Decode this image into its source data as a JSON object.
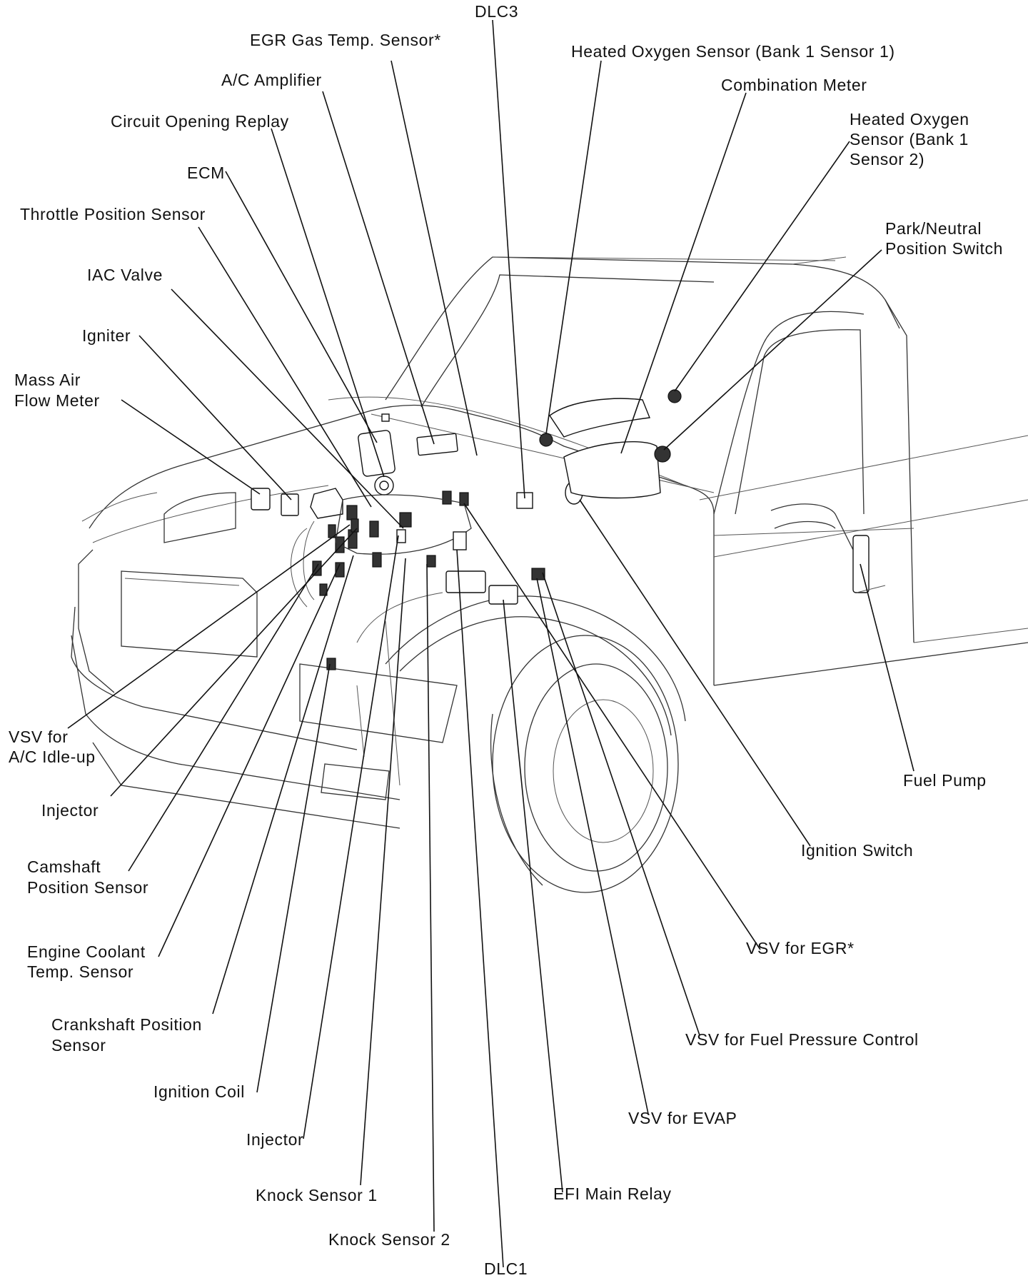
{
  "labels": {
    "dlc3": "DLC3",
    "egr_gas_temp_sensor": "EGR Gas Temp. Sensor*",
    "ac_amplifier": "A/C Amplifier",
    "circuit_opening_replay": "Circuit Opening Replay",
    "ecm": "ECM",
    "throttle_position_sensor": "Throttle Position Sensor",
    "iac_valve": "IAC Valve",
    "igniter": "Igniter",
    "mass_air_flow_meter": [
      "Mass Air",
      "Flow Meter"
    ],
    "heated_oxygen_sensor_b1s1": "Heated Oxygen Sensor (Bank 1 Sensor 1)",
    "combination_meter": "Combination Meter",
    "heated_oxygen_sensor_b1s2": [
      "Heated Oxygen",
      "Sensor (Bank 1",
      "Sensor 2)"
    ],
    "park_neutral_position_switch": [
      "Park/Neutral",
      "Position Switch"
    ],
    "vsv_ac_idle_up": [
      "VSV for",
      "A/C Idle-up"
    ],
    "injector_left": "Injector",
    "camshaft_position_sensor": [
      "Camshaft",
      "Position Sensor"
    ],
    "engine_coolant_temp_sensor": [
      "Engine Coolant",
      "Temp. Sensor"
    ],
    "crankshaft_position_sensor": [
      "Crankshaft Position",
      "Sensor"
    ],
    "ignition_coil": "Ignition Coil",
    "injector_bottom": "Injector",
    "knock_sensor_1": "Knock Sensor 1",
    "knock_sensor_2": "Knock Sensor 2",
    "dlc1": "DLC1",
    "efi_main_relay": "EFI Main Relay",
    "vsv_evap": "VSV for EVAP",
    "vsv_fuel_pressure_control": "VSV for Fuel Pressure Control",
    "vsv_egr": "VSV for EGR*",
    "ignition_switch": "Ignition Switch",
    "fuel_pump": "Fuel Pump"
  }
}
